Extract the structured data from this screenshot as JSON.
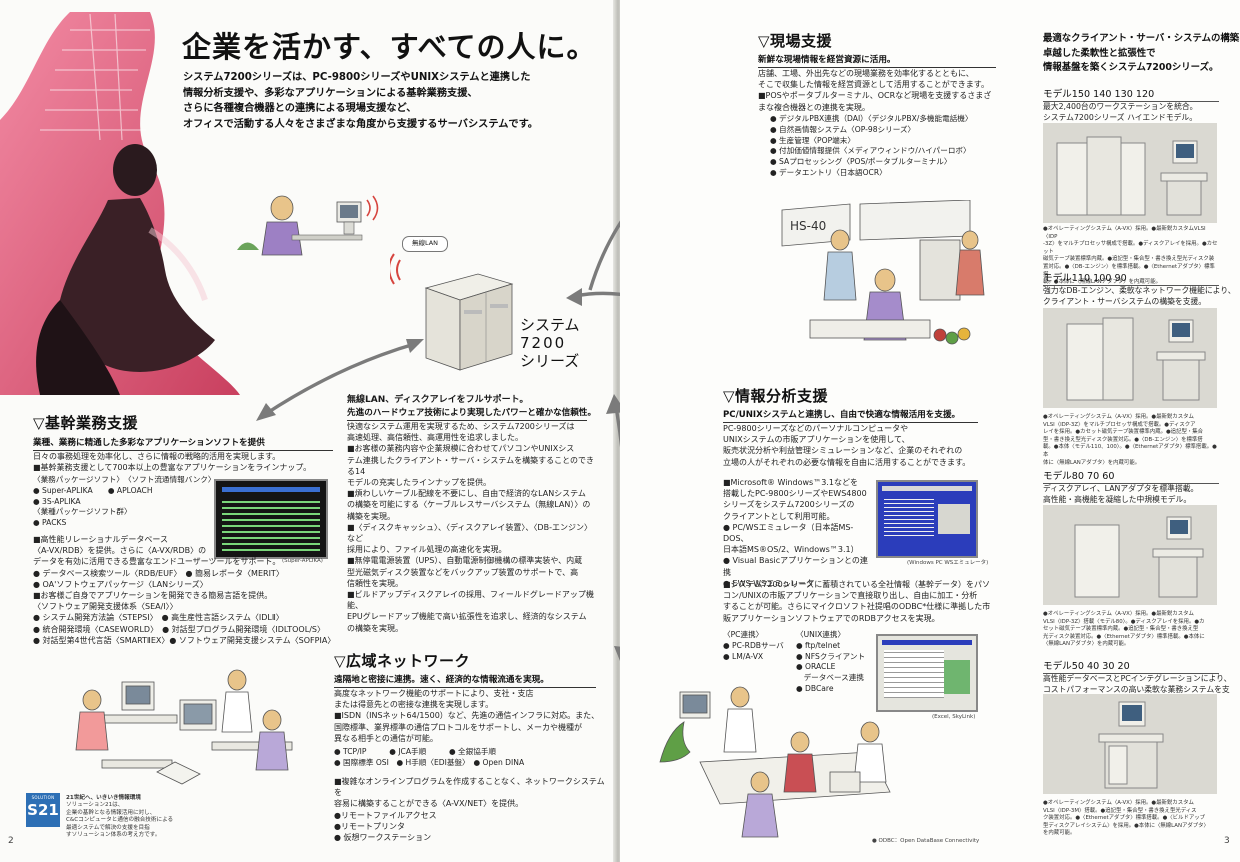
{
  "hero": {
    "title": "企業を活かす、すべての人に。",
    "lead": [
      "システム7200シリーズは、PC-9800シリーズやUNIXシステムと連携した",
      "情報分析支援や、多彩なアプリケーションによる基幹業務支援、",
      "さらに各種複合機器との連携による現場支援など、",
      "オフィスで活動する人々をさまざまな角度から支援するサーバシステムです。"
    ]
  },
  "center": {
    "wireless_label": "無線LAN",
    "system_label": [
      "システム",
      "7200",
      "シリーズ"
    ],
    "title": "無線LAN、ディスクアレイをフルサポート。",
    "subtitle": "先進のハードウェア技術により実現したパワーと確かな信頼性。",
    "body": [
      "快適なシステム運用を実現するため、システム7200シリーズは",
      "高速処理、高信頼性、高運用性を追求しました。",
      "■お客様の業務内容や企業規模に合わせてパソコンやUNIXシス",
      "テム連携したクライアント・サーバ・システムを構築することのできる14",
      "モデルの充実したラインナップを提供。",
      "■煩わしいケーブル配線を不要にし、自由で経済的なLANシステム",
      "の構築を可能にする〈ケーブルレスサーバシステム（無線LAN）〉の",
      "構築を実現。",
      "■〈ディスクキャッシュ〉、〈ディスクアレイ装置〉、〈DB-エンジン〉など",
      "採用により、ファイル処理の高速化を実現。",
      "■無停電電源装置（UPS）、自動電源制御機構の標準実装や、内蔵",
      "型光磁気ディスク装置などをバックアップ装置のサポートで、高",
      "信頼性を実現。",
      "■ビルドアップディスクアレイの採用、フィールドグレードアップ機能、",
      "EPUグレードアップ機能で高い拡張性を追求し、経済的なシステム",
      "の構築を実現。"
    ]
  },
  "kikan": {
    "heading": "▽基幹業務支援",
    "subheading": "業種、業務に精通した多彩なアプリケーションソフトを提供",
    "intro": [
      "日々の事務処理を効率化し、さらに情報の戦略的活用を実現します。",
      "■基幹業務支援として700本以上の豊富なアプリケーションをラインナップ。"
    ],
    "packages": [
      "〈業務パッケージソフト〉　〈ソフト流通情報バンク〉",
      "● Super-APLIKA　　● APLOACH",
      "● 3S-APLIKA",
      "〈業種パッケージソフト群〉",
      "● PACKS"
    ],
    "body": [
      "■高性能リレーショナルデータベース",
      "〈A-VX/RDB〉を提供。さらに〈A-VX/RDB〉の",
      "データを有効に活用できる豊富なエンドユーザーツールをサポート。",
      "● データベース検索ツール〈RDB/EUF〉　● 簡易レポータ〈MERIT〉",
      "● OA'ソフトウェアパッケージ〈LANシリーズ〉",
      "■お客様ご自身でアプリケーションを開発できる簡易言語を提供。",
      "〈ソフトウェア開発支援体系〈SEA/I〉〉",
      "● システム開発方法論〈STEPSI〉　● 高生産性言語システム〈IDLⅡ〉",
      "● 統合開発環境〈CASEWORLD〉　● 対話型プログラム開発環境〈IDLTOOL/S〉",
      "● 対話型第4世代言語〈SMARTⅡEX〉● ソフトウェア開発支援システム〈SOFPIA〉"
    ],
    "screen_caption": "(Super-APLIKA)"
  },
  "s21": {
    "logo": "S21",
    "logo_small": "SOLUTION",
    "lines": [
      "21世紀へ、いきいき情報環境",
      "ソリューション21は、",
      "企業の基幹となる情報活用に対し、",
      "C&Cコンピュータと通信の融合技術による",
      "最適システムで解決の支援を目指",
      "すソリューション体系の考え方です。"
    ]
  },
  "kouiki": {
    "heading": "▽広域ネットワーク",
    "subheading": "遠隔地と密接に連携。速く、経済的な情報流通を実現。",
    "intro": [
      "高度なネットワーク機能のサポートにより、支社・支店",
      "または得意先との密接な連携を実現します。",
      "■ISDN（INSネット64/1500）など、先進の通信インフラに対応。また、",
      "国際標準、業界標準の通信プロトコルをサポートし、メーカや機種が",
      "異なる相手との通信が可能。"
    ],
    "protocols": [
      "● TCP/IP　　　● JCA手順　　　● 全銀協手順",
      "● 国際標準 OSI　● H手順〈EDI基盤〉　● Open DINA"
    ],
    "body2": [
      "■複雑なオンラインプログラムを作成することなく、ネットワークシステムを",
      "容易に構築することができる〈A-VX/NET〉を提供。",
      "●リモートファイルアクセス",
      "●リモートプリンタ",
      "● 仮想ワークステーション"
    ]
  },
  "genba": {
    "heading": "▽現場支援",
    "subheading": "新鮮な現場情報を経営資源に活用。",
    "intro": [
      "店舗、工場、外出先などの現場業務を効率化するとともに、",
      "そこで収集した情報を経営資源として活用することができます。",
      "■POSやポータブルターミナル、OCRなど現場を支援するさまざ",
      "まな複合機器との連携を実現。"
    ],
    "items": [
      "● デジタルPBX連携（DAI）〈デジタルPBX/多機能電話機〉",
      "● 自然画情報システム〈OP-98シリーズ〉",
      "● 生産管理〈POP端末〉",
      "● 付加価値情報提供〈メディアウィンドウ/ハイパーロボ〉",
      "● SAプロセッシング〈POS/ポータブルターミナル〉",
      "● データエントリ〈日本語OCR〉"
    ]
  },
  "bunseki": {
    "heading": "▽情報分析支援",
    "subheading": "PC/UNIXシステムと連携し、自由で快適な情報活用を支援。",
    "intro": [
      "PC-9800シリーズなどのパーソナルコンピュータや",
      "UNIXシステムの市販アプリケーションを使用して、",
      "販売状況分析や利益管理シミュレーションなど、企業のそれぞれの",
      "立場の人がそれぞれの必要な情報を自由に活用することができます。"
    ],
    "windows_block": [
      "■Microsoft® Windows™3.1などを",
      "搭載したPC-9800シリーズやEWS4800",
      "シリーズをシステム7200シリーズの",
      "クライアントとして利用可能。",
      "● PC/WSエミュレータ（日本語MS-DOS、",
      "日本語MS®OS/2、Windows™3.1）",
      "● Visual Basicアプリケーションとの連携",
      "● EWS WSエミュレータ"
    ],
    "screen1_caption": "(Windows PC WSエミュレータ)",
    "body2": [
      "■システム7200シリーズに蓄積されている全社情報（基幹データ）をパソ",
      "コン/UNIXの市販アプリケーションで直接取り出し、自由に加工・分析",
      "することが可能。さらにマイクロソフト社提唱のODBC*仕様に準拠した市",
      "販アプリケーションソフトウェアでのRDBアクセスを実現。"
    ],
    "pc_head": "〈PC連携〉",
    "pc_items": [
      "● PC-RDBサーバ",
      "● LM/A-VX"
    ],
    "unix_head": "〈UNIX連携〉",
    "unix_items": [
      "● ftp/telnet",
      "● NFSクライアント",
      "● ORACLE",
      "　データベース連携",
      "● DBCare"
    ],
    "screen2_caption": "(Excel, SkyLink)",
    "odbc_note": "● ODBC：Open DataBase Connectivity"
  },
  "models": {
    "intro": [
      "最適なクライアント・サーバ・システムの構築を支援。",
      "卓越した柔軟性と拡張性で",
      "情報基盤を築くシステム7200シリーズ。"
    ],
    "groups": [
      {
        "name": "モデル150 140 130 120",
        "desc": [
          "最大2,400台のワークステーションを統合。",
          "システム7200シリーズ ハイエンドモデル。"
        ],
        "notes": [
          "●オペレーティングシステム〈A-VX〉採用。●最新鋭カスタムVLSI〈IDP",
          "-3Z〉をマルチプロセッサ構成で搭載。●ディスクアレイを採用。●カセット",
          "磁気テープ装置標準内蔵。●追記型・集合型・書き換え型光ディスク装",
          "置対応。●〈DB-エンジン〉を標準搭載。●〈Ethernetアダプタ〉標準搭",
          "載。●本体に〈無線LANアダプタ〉を内蔵可能。"
        ]
      },
      {
        "name": "モデル110 100 90",
        "desc": [
          "強力なDB-エンジン、柔軟なネットワーク機能により、",
          "クライアント・サーバシステムの構築を支援。"
        ],
        "notes": [
          "●オペレーティングシステム〈A-VX〉採用。●最新鋭カスタム",
          "VLSI〈IDP-3Z〉をマルチプロセッサ構成で搭載。●ディスクア",
          "レイを採用。●カセット磁気テープ装置標準内蔵。●追記型・集合",
          "型・書き換え型光ディスク装置対応。●〈DB-エンジン〉を標準搭",
          "載。●本体〈モデル110、100〉。●〈Ethernetアダプタ〉標準搭載。●本",
          "体に〈無線LANアダプタ〉を内蔵可能。"
        ]
      },
      {
        "name": "モデル80 70 60",
        "desc": [
          "ディスクアレイ、LANアダプタを標準搭載。",
          "高性能・高機能を凝縮した中規模モデル。"
        ],
        "notes": [
          "●オペレーティングシステム〈A-VX〉採用。●最新鋭カスタム",
          "VLSI〈IDP-3Z〉搭載〈モデル80〉。●ディスクアレイを採用。●カ",
          "セット磁気テープ装置標準内蔵。●追記型・集合型・書き換え型",
          "光ディスク装置対応。●〈Ethernetアダプタ〉標準搭載。●本体に",
          "〈無線LANアダプタ〉を内蔵可能。"
        ]
      },
      {
        "name": "モデル50 40 30 20",
        "desc": [
          "高性能データベースとPCインテグレーションにより、",
          "コストパフォーマンスの高い柔軟な業務システムを支援。"
        ],
        "notes": [
          "●オペレーティングシステム〈A-VX〉採用。●最新鋭カスタム",
          "VLSI〈IDP-3M〉搭載。●追記型・集合型・書き換え型光ディス",
          "ク装置対応。●〈Ethernetアダプタ〉標準搭載。●〈ビルドアップ",
          "型ディスクアレイシステム〉を採用。●本体に〈無線LANアダプタ〉",
          "を内蔵可能。"
        ]
      }
    ]
  },
  "page_numbers": {
    "left": "2",
    "right": "3"
  },
  "colors": {
    "accent_pink": "#e0627f",
    "ink": "#111111",
    "arrow": "#7b7b7b"
  }
}
